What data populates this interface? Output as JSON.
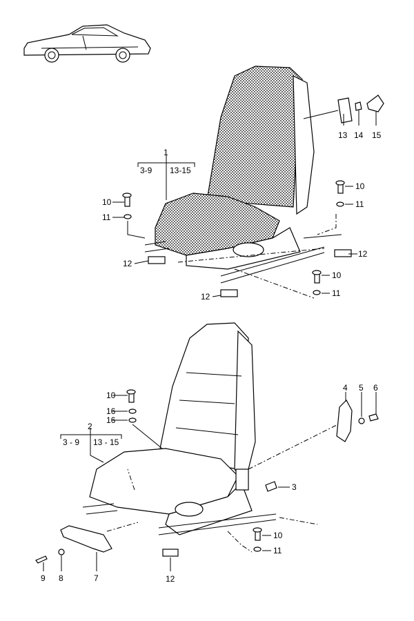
{
  "diagram": {
    "upper_seat": {
      "callout_main": "1",
      "range_left": "3-9",
      "range_right": "13-15",
      "labels": {
        "l13": "13",
        "l14": "14",
        "l15": "15",
        "l10a": "10",
        "l11a": "11",
        "l10b": "10",
        "l11b": "11",
        "l12a": "12",
        "l12b": "12",
        "l12c": "12",
        "l10c": "10",
        "l11c": "11"
      }
    },
    "lower_seat": {
      "callout_main": "2",
      "range_left": "3 - 9",
      "range_right": "13 - 15",
      "labels": {
        "l4": "4",
        "l5": "5",
        "l6": "6",
        "l10a": "10",
        "l16a": "16",
        "l16b": "16",
        "l3": "3",
        "l10b": "10",
        "l11": "11",
        "l12": "12",
        "l9": "9",
        "l8": "8",
        "l7": "7"
      }
    }
  }
}
